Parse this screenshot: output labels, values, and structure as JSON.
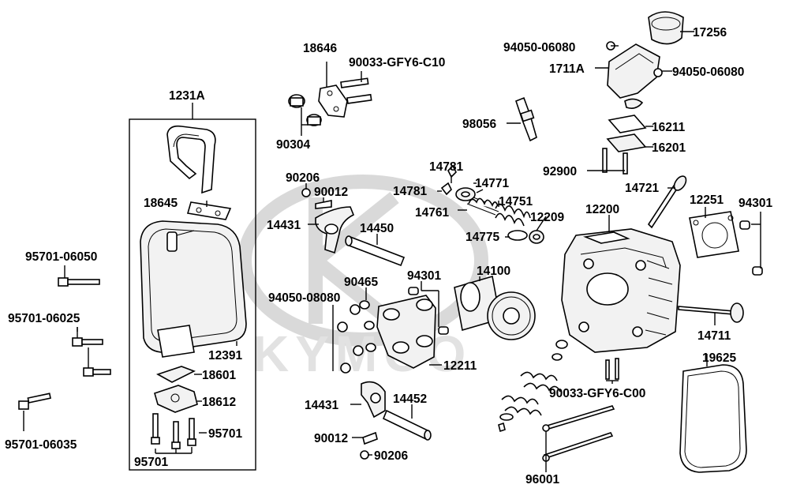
{
  "watermark": {
    "brand": "KYMCO"
  },
  "labels": {
    "l17256": "17256",
    "l94050_06080_a": "94050-06080",
    "l1711A": "1711A",
    "l94050_06080_b": "94050-06080",
    "l18646": "18646",
    "l90033_gfy6_c10": "90033-GFY6-C10",
    "l1231A": "1231A",
    "l90304": "90304",
    "l98056": "98056",
    "l16211": "16211",
    "l16201": "16201",
    "l92900": "92900",
    "l14781_a": "14781",
    "l14771": "14771",
    "l14781_b": "14781",
    "l14721": "14721",
    "l90206_a": "90206",
    "l90012_a": "90012",
    "l14751": "14751",
    "l14761": "14761",
    "l12200": "12200",
    "l12251": "12251",
    "l94301_a": "94301",
    "l18645": "18645",
    "l14431_a": "14431",
    "l14450": "14450",
    "l12209": "12209",
    "l14775": "14775",
    "l95701_06050": "95701-06050",
    "l14100": "14100",
    "l94301_b": "94301",
    "l90465": "90465",
    "l94050_08080": "94050-08080",
    "l95701_06025": "95701-06025",
    "l14711": "14711",
    "l12391": "12391",
    "l19625": "19625",
    "l12211": "12211",
    "l18601": "18601",
    "l18612": "18612",
    "l90033_gfy6_c00": "90033-GFY6-C00",
    "l14431_b": "14431",
    "l14452": "14452",
    "l95701_a": "95701",
    "l95701_06035": "95701-06035",
    "l90012_b": "90012",
    "l90206_b": "90206",
    "l95701_b": "95701",
    "l96001": "96001"
  }
}
